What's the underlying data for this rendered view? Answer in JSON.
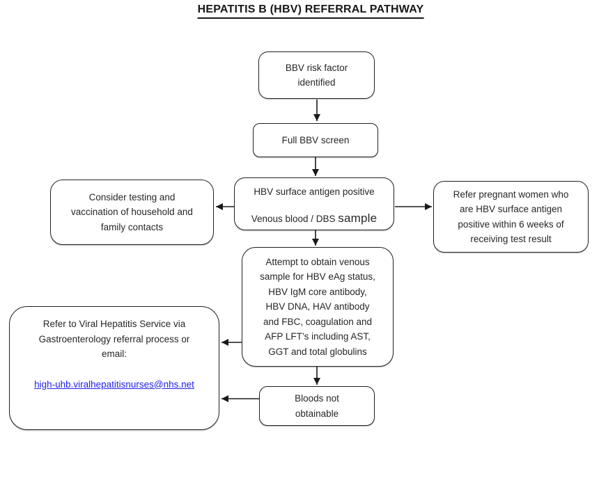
{
  "title": "HEPATITIS B (HBV) REFERRAL PATHWAY",
  "colors": {
    "background": "#ffffff",
    "box_border": "#1f1f1f",
    "text": "#262626",
    "link": "#2222ee",
    "arrow": "#1a1a1a"
  },
  "nodes": {
    "risk_factor": {
      "lines": [
        "BBV risk factor",
        "identified"
      ]
    },
    "full_screen": {
      "lines": [
        "Full BBV screen"
      ]
    },
    "surface_antigen": {
      "line1": "HBV surface antigen positive",
      "line2_prefix": "Venous blood / DBS ",
      "line2_emphasis": "sample"
    },
    "household_contacts": {
      "lines": [
        "Consider testing and",
        "vaccination of household and",
        "family contacts"
      ]
    },
    "pregnant_women": {
      "lines": [
        "Refer pregnant women who",
        "are HBV surface antigen",
        "positive within 6 weeks of",
        "receiving test result"
      ]
    },
    "venous_sample": {
      "lines": [
        "Attempt to obtain venous",
        "sample for HBV eAg status,",
        "HBV IgM core antibody,",
        "HBV DNA, HAV antibody",
        "and FBC, coagulation and",
        "AFP LFT’s including AST,",
        "GGT and total globulins"
      ]
    },
    "referral_service": {
      "lines": [
        "Refer to Viral Hepatitis Service via",
        "Gastroenterology referral process or",
        "email:"
      ],
      "email": "high-uhb.viralhepatitisnurses@nhs.net"
    },
    "bloods_not_obtainable": {
      "lines": [
        "Bloods not",
        "obtainable"
      ]
    }
  }
}
